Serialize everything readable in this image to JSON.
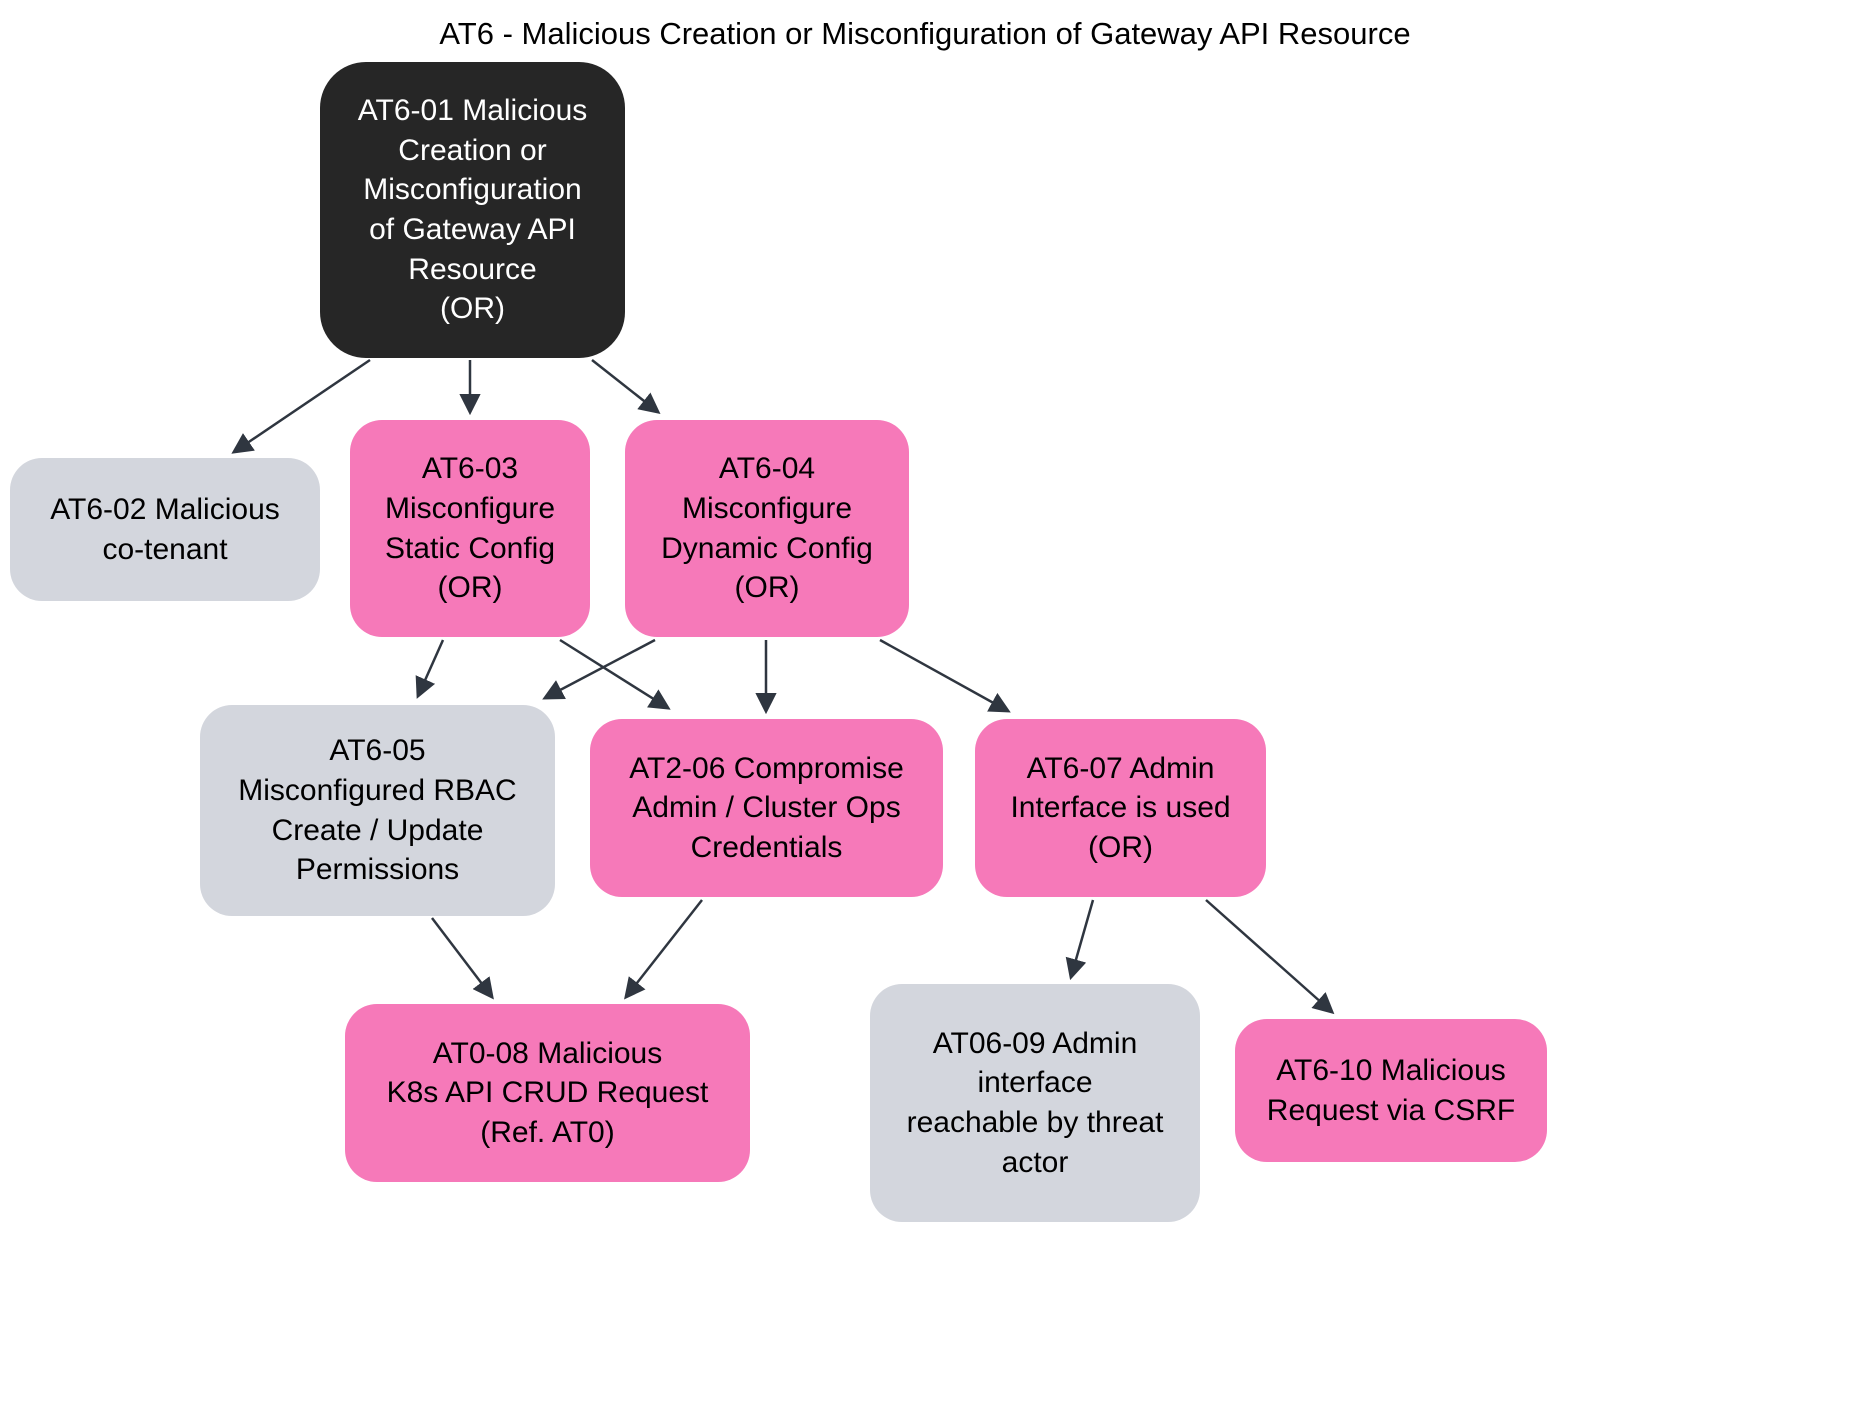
{
  "diagram": {
    "title": "AT6 - Malicious Creation or Misconfiguration of Gateway API Resource",
    "type": "attack-tree-flowchart",
    "colors": {
      "background": "#ffffff",
      "root_node_bg": "#262626",
      "root_node_text": "#ffffff",
      "pink_node_bg": "#f679b9",
      "gray_node_bg": "#d3d6dd",
      "node_text": "#000000",
      "edge": "#2f3640"
    },
    "nodes": [
      {
        "id": "AT6-01",
        "style": "dark",
        "label": "AT6-01 Malicious\nCreation or\nMisconfiguration\nof Gateway API\nResource\n(OR)"
      },
      {
        "id": "AT6-02",
        "style": "gray",
        "label": "AT6-02 Malicious\nco-tenant"
      },
      {
        "id": "AT6-03",
        "style": "pink",
        "label": "AT6-03\nMisconfigure\nStatic Config\n(OR)"
      },
      {
        "id": "AT6-04",
        "style": "pink",
        "label": "AT6-04\nMisconfigure\nDynamic Config\n(OR)"
      },
      {
        "id": "AT6-05",
        "style": "gray",
        "label": "AT6-05\nMisconfigured RBAC\nCreate / Update\nPermissions"
      },
      {
        "id": "AT2-06",
        "style": "pink",
        "label": "AT2-06 Compromise\nAdmin / Cluster Ops\nCredentials"
      },
      {
        "id": "AT6-07",
        "style": "pink",
        "label": "AT6-07 Admin\nInterface is used\n(OR)"
      },
      {
        "id": "AT0-08",
        "style": "pink",
        "label": "AT0-08 Malicious\nK8s API CRUD Request\n(Ref. AT0)"
      },
      {
        "id": "AT06-09",
        "style": "gray",
        "label": "AT06-09 Admin\ninterface\nreachable by threat\nactor"
      },
      {
        "id": "AT6-10",
        "style": "pink",
        "label": "AT6-10 Malicious\nRequest via CSRF"
      }
    ],
    "edges": [
      {
        "from": "AT6-01",
        "to": "AT6-02"
      },
      {
        "from": "AT6-01",
        "to": "AT6-03"
      },
      {
        "from": "AT6-01",
        "to": "AT6-04"
      },
      {
        "from": "AT6-03",
        "to": "AT6-05"
      },
      {
        "from": "AT6-03",
        "to": "AT2-06"
      },
      {
        "from": "AT6-04",
        "to": "AT6-05"
      },
      {
        "from": "AT6-04",
        "to": "AT2-06"
      },
      {
        "from": "AT6-04",
        "to": "AT6-07"
      },
      {
        "from": "AT6-05",
        "to": "AT0-08"
      },
      {
        "from": "AT2-06",
        "to": "AT0-08"
      },
      {
        "from": "AT6-07",
        "to": "AT06-09"
      },
      {
        "from": "AT6-07",
        "to": "AT6-10"
      }
    ]
  }
}
